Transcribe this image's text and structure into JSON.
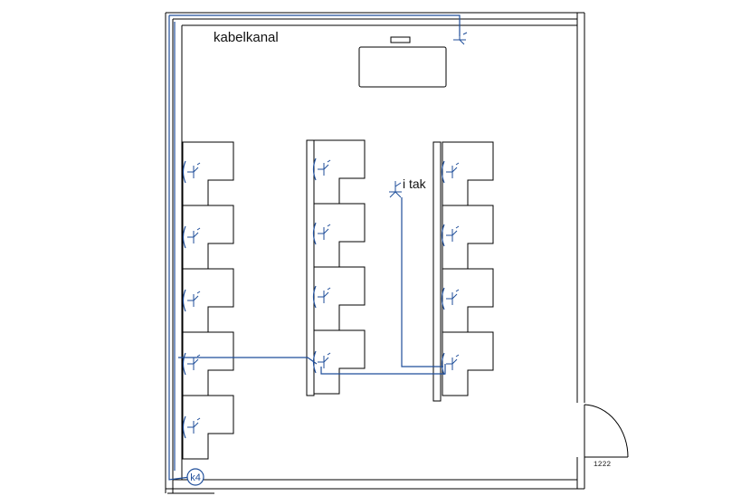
{
  "labels": {
    "cable_channel": "kabelkanal",
    "ceiling": "i tak",
    "cabinet": "k4",
    "room_number": "1222"
  },
  "colors": {
    "wall": "#000000",
    "cable": "#1f4e9a",
    "background": "#ffffff"
  },
  "icons": {
    "outlet": "network-outlet-icon",
    "cabinet": "cabinet-circle-icon",
    "door": "door-swing-icon"
  }
}
